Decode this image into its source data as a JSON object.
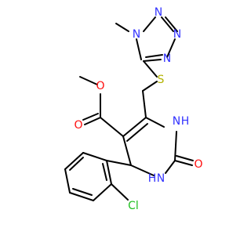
{
  "molecule": {
    "colors": {
      "bond": "#000000",
      "nitrogen": "#3333ff",
      "oxygen": "#ff0d0d",
      "sulfur": "#b2b200",
      "chlorine": "#1fbf1f"
    },
    "atom_labels": {
      "tetrazole_n1": "N",
      "tetrazole_n2": "N",
      "tetrazole_n3": "N",
      "tetrazole_n4": "N",
      "sulfur": "S",
      "ester_o_single": "O",
      "ester_o_double": "O",
      "ring_nh_top": "N",
      "ring_nh_top_h": "H",
      "ring_nh_bottom": "N",
      "ring_nh_bottom_h": "H",
      "carbonyl_o": "O",
      "chlorine": "Cl"
    }
  }
}
